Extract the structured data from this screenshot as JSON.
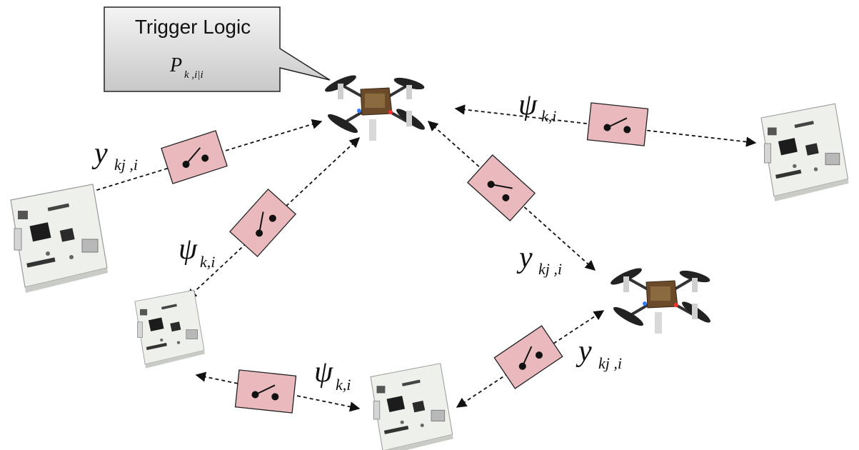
{
  "callout": {
    "title": "Trigger Logic",
    "symbol_main": "P",
    "symbol_sub": "k ,i|i"
  },
  "labels": {
    "psi_main": "ψ",
    "psi_sub": "k,i",
    "y_main": "y",
    "y_sub": "kj ,i"
  },
  "nodes": {
    "drone_icon": "quadcopter-drone-icon",
    "board_icon": "embedded-circuit-board-icon",
    "switch_icon": "event-trigger-switch-icon"
  },
  "colors": {
    "callout_fill": "#d9d9d9",
    "switch_fill": "#e9b9bd",
    "switch_stroke": "#222222",
    "board_fill": "#eef0ec",
    "drone_body": "#6b4a2a"
  }
}
